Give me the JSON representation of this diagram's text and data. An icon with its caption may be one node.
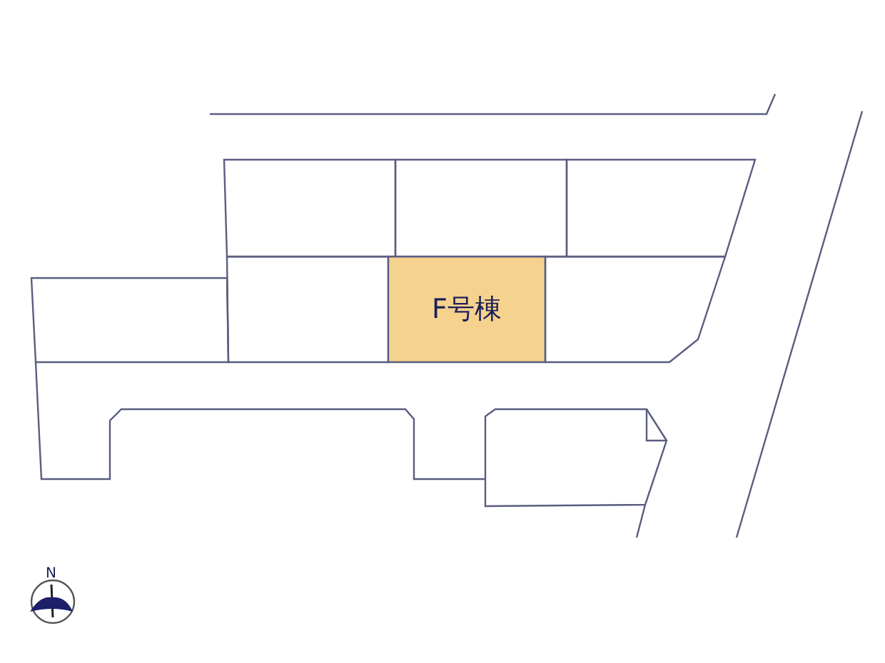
{
  "diagram": {
    "nodes": [
      {
        "text": [],
        "shape": "box"
      },
      {
        "text": [],
        "shape": "box"
      },
      {
        "text": [],
        "shape": "box"
      },
      {
        "text": [],
        "shape": "box"
      },
      {
        "text": [],
        "shape": "box"
      },
      {
        "text": [
          "F号棟"
        ]
      },
      {
        "text": [],
        "shape": "box"
      }
    ],
    "labels": [
      "N"
    ]
  }
}
